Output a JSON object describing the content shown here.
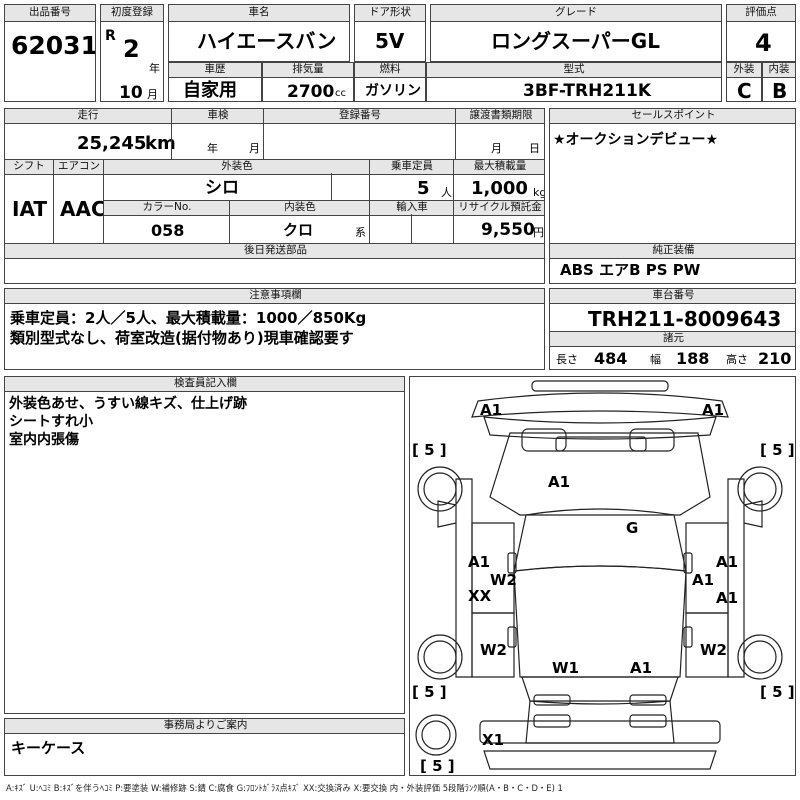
{
  "header": {
    "lot_no_label": "出品番号",
    "lot_no": "62031",
    "first_reg_label": "初度登録",
    "era": "R",
    "year": "2",
    "year_unit": "年",
    "month": "10",
    "month_unit": "月",
    "car_name_label": "車名",
    "car_name": "ハイエースバン",
    "door_label": "ドア形状",
    "door": "5V",
    "grade_label": "グレード",
    "grade": "ロングスーパーGL",
    "score_label": "評価点",
    "score": "4",
    "history_label": "車歴",
    "history": "自家用",
    "displacement_label": "排気量",
    "displacement": "2700",
    "displacement_unit": "cc",
    "fuel_label": "燃料",
    "fuel": "ガソリン",
    "model_label": "型式",
    "model": "3BF-TRH211K",
    "exterior_label": "外装",
    "exterior": "C",
    "interior_label": "内装",
    "interior": "B"
  },
  "info": {
    "mileage_label": "走行",
    "mileage": "25,245",
    "mileage_unit": "km",
    "inspection_label": "車検",
    "insp_year_unit": "年",
    "insp_month_unit": "月",
    "reg_no_label": "登録番号",
    "transfer_label": "譲渡書類期限",
    "transfer_month_unit": "月",
    "transfer_day_unit": "日",
    "shift_label": "シフト",
    "shift": "IAT",
    "ac_label": "エアコン",
    "ac": "AAC",
    "color_label": "外装色",
    "color": "シロ",
    "capacity_label": "乗車定員",
    "capacity": "5",
    "capacity_unit": "人",
    "load_label": "最大積載量",
    "load": "1,000",
    "load_unit": "kg",
    "color_no_label": "カラーNo.",
    "color_no": "058",
    "int_color_label": "内装色",
    "int_color": "クロ",
    "int_color_unit": "系",
    "import_label": "輸入車",
    "recycle_label": "リサイクル預託金",
    "recycle": "9,550",
    "recycle_unit": "円",
    "later_parts_label": "後日発送部品"
  },
  "sales": {
    "label": "セールスポイント",
    "text": "★オークションデビュー★",
    "equip_label": "純正装備",
    "equip": "ABS エアB PS PW"
  },
  "notes": {
    "label": "注意事項欄",
    "line1": "乗車定員：2人／5人、最大積載量：1000／850Kg",
    "line2": "類別型式なし、荷室改造(据付物あり)現車確認要す"
  },
  "chassis": {
    "label": "車台番号",
    "number": "TRH211-8009643",
    "dims_label": "諸元",
    "length_label": "長さ",
    "length": "484",
    "width_label": "幅",
    "width": "188",
    "height_label": "高さ",
    "height": "210"
  },
  "inspector": {
    "label": "検査員記入欄",
    "line1": "外装色あせ、うすい線キズ、仕上げ跡",
    "line2": "シートすれ小",
    "line3": "室内内張傷"
  },
  "office": {
    "label": "事務局よりご案内",
    "text": "キーケース"
  },
  "diagram": {
    "bumper_left": "A1",
    "bumper_right": "A1",
    "tire_fl": "[ 5 ]",
    "tire_fr": "[ 5 ]",
    "tire_rl": "[ 5 ]",
    "tire_rr": "[ 5 ]",
    "tire_spare": "[ 5 ]",
    "hood": "A1",
    "roof": "G",
    "left_front_door": "A1",
    "left_w2": "W2",
    "left_xx": "XX",
    "right_front_door": "A1",
    "right_a1_mid": "A1",
    "right_a1_low": "A1",
    "left_rear": "W2",
    "right_rear": "W2",
    "rear_w1": "W1",
    "rear_a1": "A1",
    "spare_x1": "X1"
  },
  "legend": "A:ｷｽﾞ U:ﾍｺﾐ B:ｷｽﾞを伴うﾍｺﾐ P:要塗装 W:補修跡 S:錆 C:腐食 G:ﾌﾛﾝﾄｶﾞﾗｽ点ｷｽﾞ XX:交換済み X:要交換 内・外装評価 5段階ﾗﾝｸ順(A・B・C・D・E) 1"
}
